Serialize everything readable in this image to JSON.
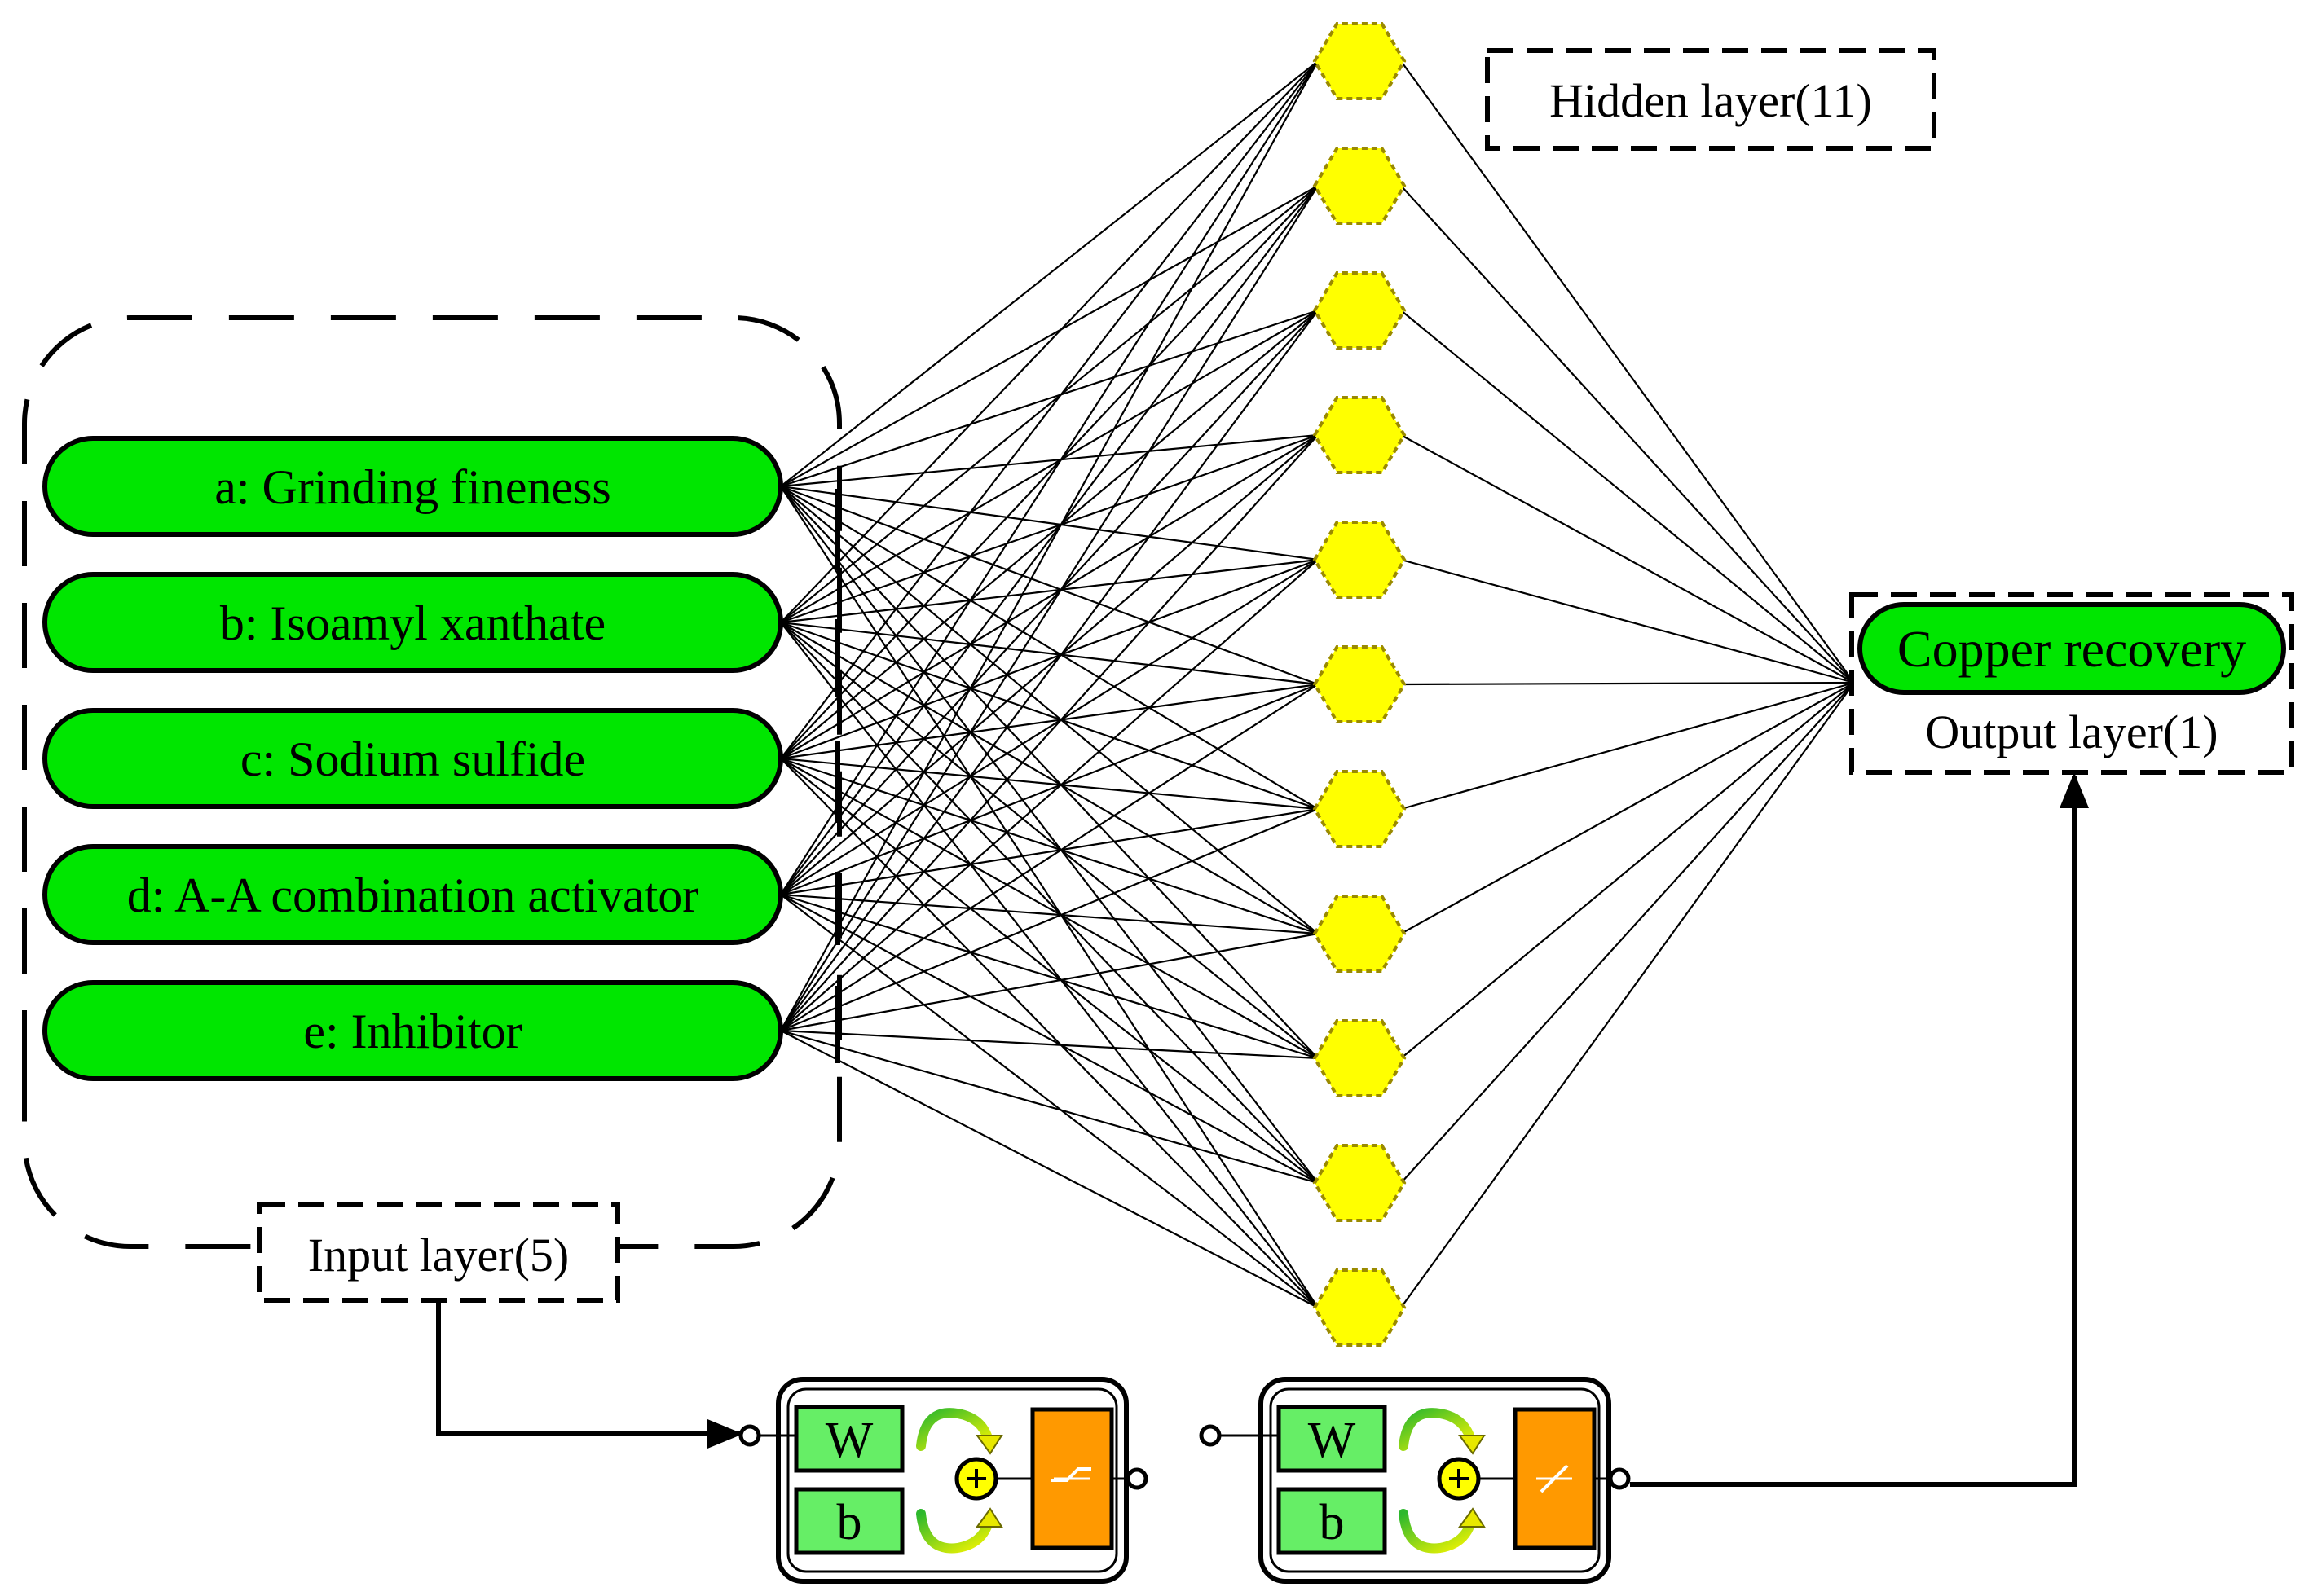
{
  "inputs": [
    {
      "label": "a: Grinding fineness"
    },
    {
      "label": "b: Isoamyl xanthate"
    },
    {
      "label": "c: Sodium sulfide"
    },
    {
      "label": "d: A-A combination activator"
    },
    {
      "label": "e: Inhibitor"
    }
  ],
  "input_layer_label": "Input layer(5)",
  "hidden_layer_label": "Hidden layer(11)",
  "hidden_count": 11,
  "output": {
    "label": "Copper recovery",
    "layer_label": "Output layer(1)"
  },
  "blocks": [
    {
      "weight_label": "W",
      "bias_label": "b"
    },
    {
      "weight_label": "W",
      "bias_label": "b"
    }
  ],
  "colors": {
    "node_fill": "#00e600",
    "hidden_fill": "#ffff00",
    "hidden_stroke": "#9a8a00",
    "block_fill": "#66ee66",
    "activation_fill": "#ff9900",
    "sum_fill": "#ffff00",
    "line": "#000000"
  }
}
